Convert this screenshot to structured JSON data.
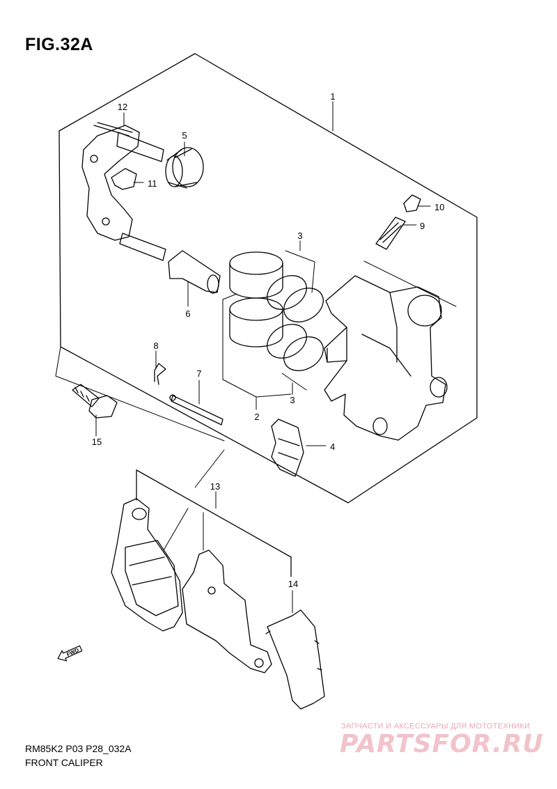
{
  "figure": {
    "title": "FIG.32A"
  },
  "callouts": [
    "1",
    "2",
    "3",
    "3",
    "4",
    "5",
    "6",
    "7",
    "8",
    "9",
    "10",
    "11",
    "12",
    "13",
    "14",
    "15"
  ],
  "footer": {
    "code": "RM85K2 P03 P28_032A",
    "name": "FRONT CALIPER"
  },
  "watermark": {
    "tagline": "ЗАПЧАСТИ И АКСЕССУАРЫ ДЛЯ МОТОТЕХНИКИ",
    "logo": "PARTSFOR.RU"
  },
  "direction_marker": {
    "label": "FWD"
  },
  "colors": {
    "ink": "#000000",
    "watermark": "#e7a8b2"
  }
}
